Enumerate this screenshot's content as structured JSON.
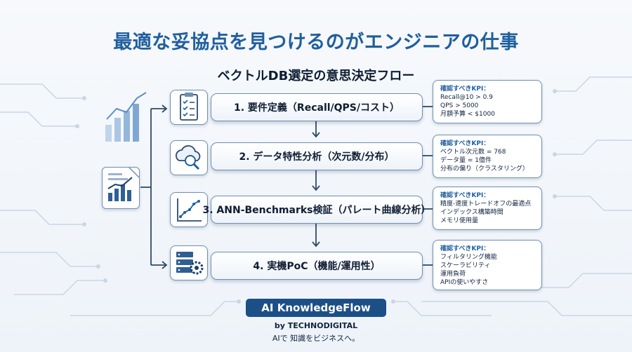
{
  "title": "最適な妥協点を見つけるのがエンジニアの仕事",
  "subtitle": "ベクトルDB選定の意思決定フロー",
  "steps": [
    {
      "label": "1. 要件定義（Recall/QPS/コスト）",
      "icon": "clipboard-checklist-icon"
    },
    {
      "label": "2. データ特性分析（次元数/分布）",
      "icon": "cloud-magnifier-icon"
    },
    {
      "label": "3. ANN-Benchmarks検証（パレート曲線分析）",
      "icon": "line-chart-icon"
    },
    {
      "label": "4. 実機PoC（機能/運用性）",
      "icon": "server-gear-icon"
    }
  ],
  "kpis": [
    {
      "heading": "確認すべきKPI：",
      "items": [
        "Recall@10 > 0.9",
        "QPS > 5000",
        "月額予算 < $1000"
      ]
    },
    {
      "heading": "確認すべきKPI：",
      "items": [
        "ベクトル次元数 = 768",
        "データ量 = 1億件",
        "分布の偏り（クラスタリング）"
      ]
    },
    {
      "heading": "確認すべきKPI：",
      "items": [
        "精度-速度トレードオフの最適点",
        "インデックス構築時間",
        "メモリ使用量"
      ]
    },
    {
      "heading": "確認すべきKPI：",
      "items": [
        "フィルタリング機能",
        "スケーラビリティ",
        "運用負荷",
        "APIの使いやすさ"
      ]
    }
  ],
  "brand": {
    "name": "AI KnowledgeFlow",
    "by": "by TECHNODIGITAL",
    "tagline": "AIで 知識をビジネスへ。"
  },
  "colors": {
    "accent": "#1f5f9e",
    "border": "#6d8fb3",
    "brand_bg": "#1c4f86"
  }
}
